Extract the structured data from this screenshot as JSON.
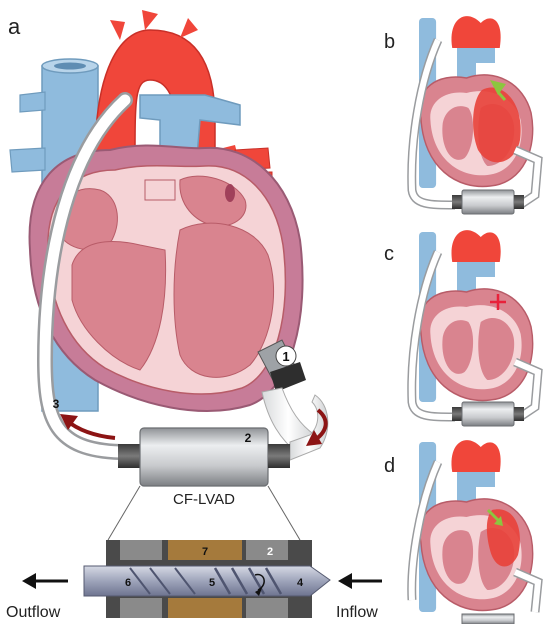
{
  "panels": {
    "a": "a",
    "b": "b",
    "c": "c",
    "d": "d"
  },
  "device": {
    "name": "CF-LVAD",
    "marker_inflow_cannula": "1",
    "marker_pump": "2",
    "marker_outflow_graft": "3",
    "pump_parts": {
      "marker_4": "4",
      "marker_5": "5",
      "marker_6": "6",
      "marker_7": "7",
      "marker_2": "2"
    }
  },
  "flow": {
    "outflow_label": "Outflow",
    "inflow_label": "Inflow"
  },
  "colors": {
    "aorta_red": "#f0463a",
    "vein_blue": "#8fbbdd",
    "myocardium_pink": "#d9848f",
    "chamber_light": "#f5d3d6",
    "pump_grey": "#c9cbcf",
    "flow_arrow": "#8c1414",
    "rotor_bronze": "#a57a3c",
    "green_arrow": "#8cc63f"
  }
}
